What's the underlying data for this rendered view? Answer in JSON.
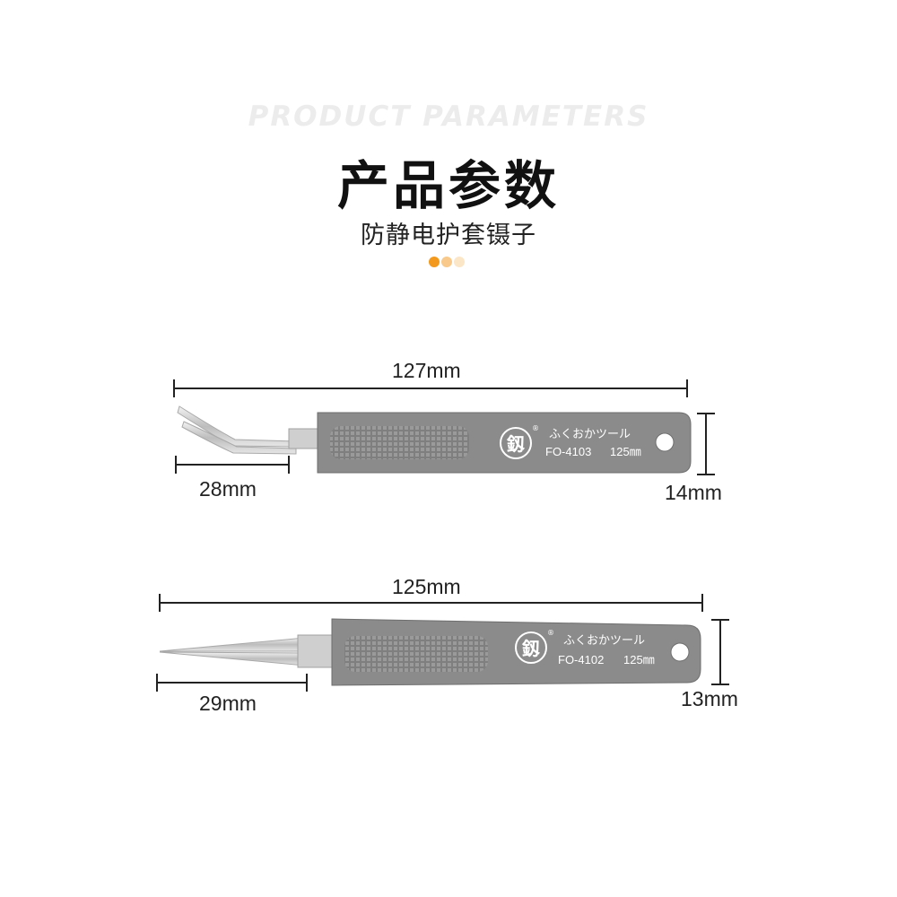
{
  "header": {
    "watermark": "PRODUCT PARAMETERS",
    "title": "产品参数",
    "subtitle": "防静电护套镊子"
  },
  "colors": {
    "accent": "#f39a1e",
    "accent_mid": "#f8c98a",
    "accent_light": "#fbe6c7",
    "handle": "#8b8b8b",
    "handle_dark": "#6e6e6e",
    "steel": "#d4d4d4",
    "dimension_line": "#222222"
  },
  "tweezers": [
    {
      "id": "bent",
      "brand_kanji": "釼",
      "brand_text": "ふくおかツール",
      "model": "FO-4103",
      "size_label": "125㎜",
      "dims": {
        "total": "127mm",
        "tip": "28mm",
        "width": "14mm"
      }
    },
    {
      "id": "straight",
      "brand_kanji": "釼",
      "brand_text": "ふくおかツール",
      "model": "FO-4102",
      "size_label": "125㎜",
      "dims": {
        "total": "125mm",
        "tip": "29mm",
        "width": "13mm"
      }
    }
  ]
}
